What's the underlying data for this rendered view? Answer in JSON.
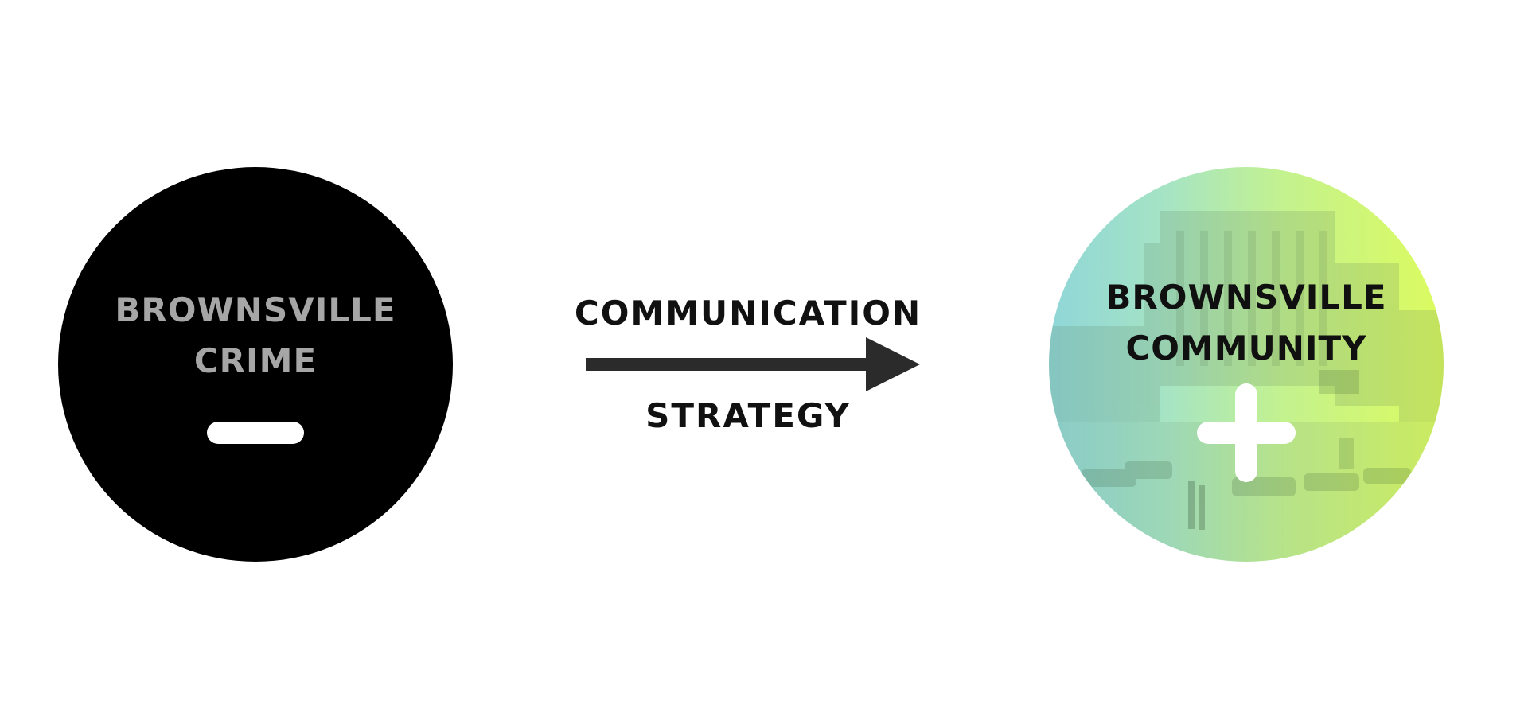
{
  "left_node": {
    "line1": "BROWNSVILLE",
    "line2": "CRIME",
    "symbol": "minus-icon",
    "fill": "#000000",
    "text_color": "#a6a6a6"
  },
  "connector": {
    "top_label": "COMMUNICATION",
    "bottom_label": "STRATEGY",
    "color": "#2b2b2b"
  },
  "right_node": {
    "line1": "BROWNSVILLE",
    "line2": "COMMUNITY",
    "symbol": "plus-icon",
    "gradient": [
      "#8fd6d8",
      "#dcfb5e"
    ],
    "text_color": "#101010"
  }
}
